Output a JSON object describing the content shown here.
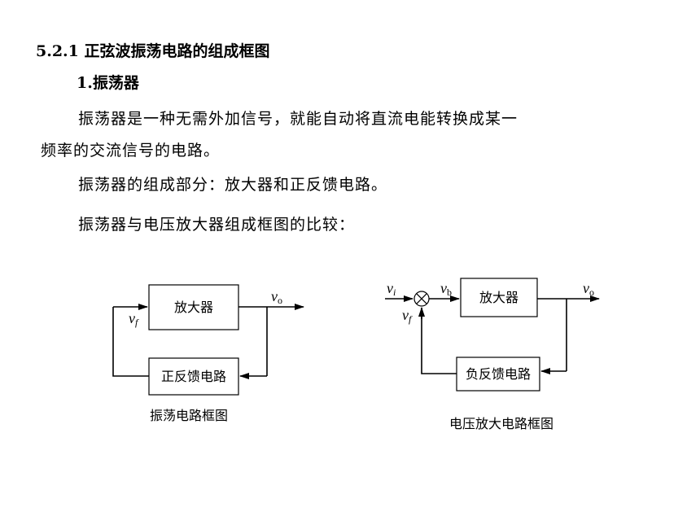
{
  "heading": {
    "section_title": "5.2.1 正弦波振荡电路的组成框图",
    "subsection_title": "1.振荡器"
  },
  "paragraphs": {
    "p1_line1": "振荡器是一种无需外加信号，就能自动将直流电能转换成某一",
    "p1_line2": "频率的交流信号的电路。",
    "p2": "振荡器的组成部分：放大器和正反馈电路。",
    "p3": "振荡器与电压放大器组成框图的比较："
  },
  "diagram_left": {
    "amp_label": "放大器",
    "feedback_label": "正反馈电路",
    "output_var": "v",
    "output_sub": "o",
    "feedback_var": "v",
    "feedback_sub": "f",
    "caption": "振荡电路框图"
  },
  "diagram_right": {
    "amp_label": "放大器",
    "feedback_label": "负反馈电路",
    "input_var": "v",
    "input_sub": "i",
    "mid_var": "v",
    "mid_sub": "b",
    "output_var": "v",
    "output_sub": "o",
    "feedback_var": "v",
    "feedback_sub": "f",
    "caption": "电压放大电路框图"
  }
}
